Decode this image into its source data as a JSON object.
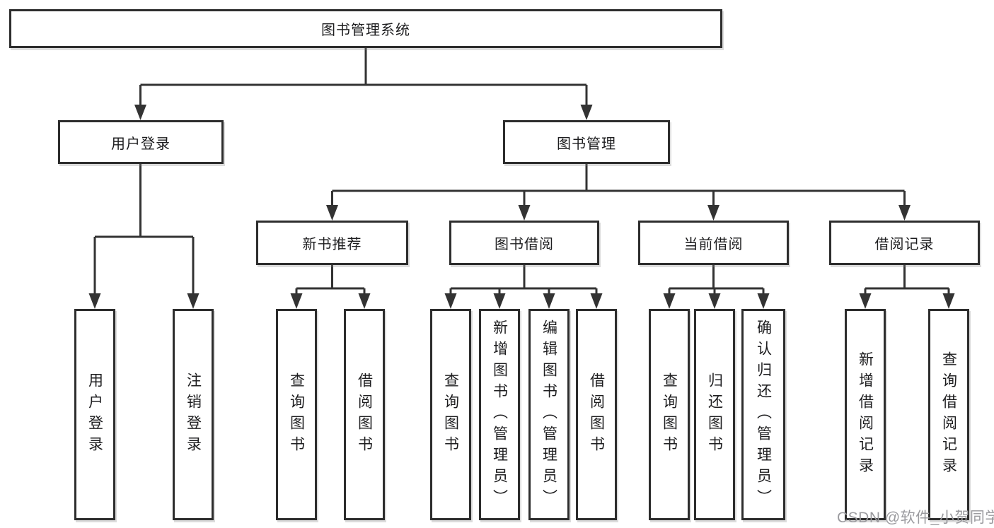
{
  "diagram": {
    "title": "图书管理系统",
    "root": {
      "label": "图书管理系统",
      "children": [
        {
          "label": "用户登录",
          "children": [
            {
              "label": "用户登录"
            },
            {
              "label": "注销登录"
            }
          ]
        },
        {
          "label": "图书管理",
          "children": [
            {
              "label": "新书推荐",
              "children": [
                {
                  "label": "查询图书"
                },
                {
                  "label": "借阅图书"
                }
              ]
            },
            {
              "label": "图书借阅",
              "children": [
                {
                  "label": "查询图书"
                },
                {
                  "label": "新增图书（管理员）"
                },
                {
                  "label": "编辑图书（管理员）"
                },
                {
                  "label": "借阅图书"
                }
              ]
            },
            {
              "label": "当前借阅",
              "children": [
                {
                  "label": "查询图书"
                },
                {
                  "label": "归还图书"
                },
                {
                  "label": "确认归还（管理员）"
                }
              ]
            },
            {
              "label": "借阅记录",
              "children": [
                {
                  "label": "新增借阅记录"
                },
                {
                  "label": "查询借阅记录"
                }
              ]
            }
          ]
        }
      ]
    }
  },
  "watermark": {
    "text": "CSDN @软件_小贺同学",
    "color": "#9b9b9f"
  },
  "colors": {
    "line": "#333333",
    "box_border": "#2d2d2d",
    "box_fill": "#ffffff",
    "text": "#1d1d1f",
    "background": "#ffffff"
  }
}
